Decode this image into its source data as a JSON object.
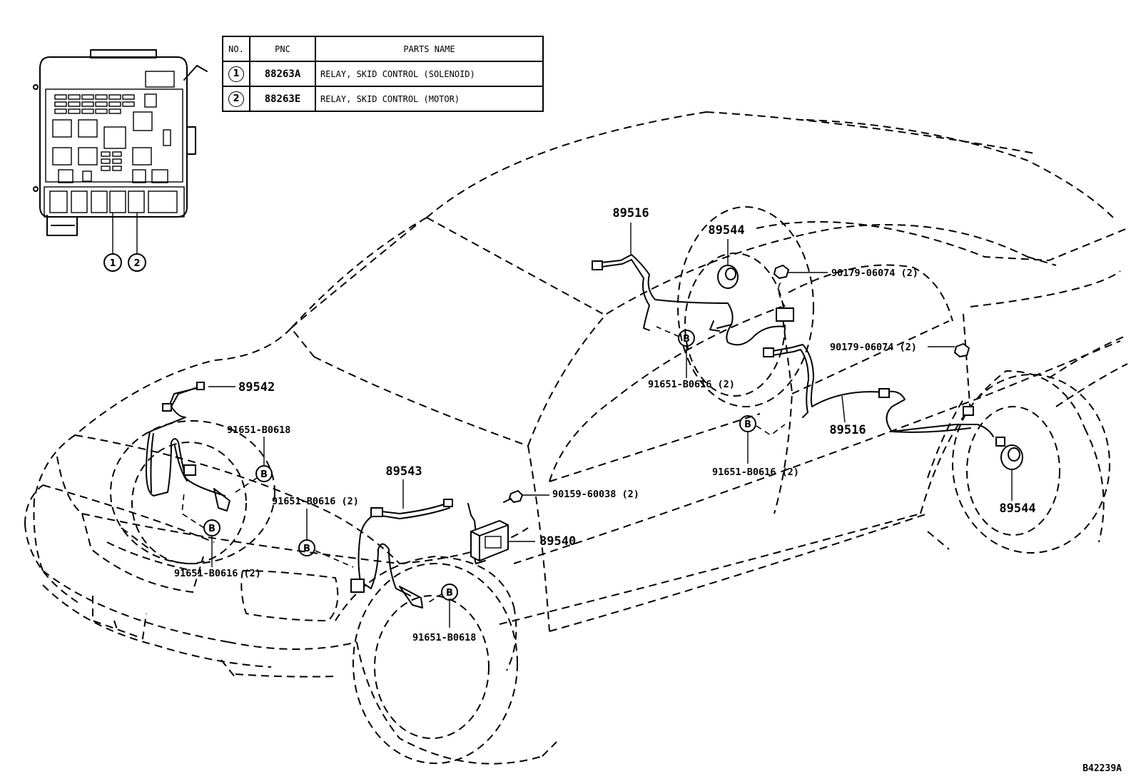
{
  "parts_table": {
    "headers": [
      "NO.",
      "PNC",
      "PARTS NAME"
    ],
    "rows": [
      {
        "no": "1",
        "pnc": "88263A",
        "name": "RELAY, SKID CONTROL (SOLENOID)"
      },
      {
        "no": "2",
        "pnc": "88263E",
        "name": "RELAY, SKID CONTROL (MOTOR)"
      }
    ]
  },
  "relay_callouts": [
    "1",
    "2"
  ],
  "clip_symbol": "B",
  "callouts": {
    "rear_harness_upper": "89516",
    "rear_sensor_left": "89544",
    "nut_upper": "90179-06074 (2)",
    "nut_right": "90179-06074 (2)",
    "clip_rear_upper": "91651-B0616 (2)",
    "rear_harness_lower": "89516",
    "clip_rear_lower": "91651-B0616 (2)",
    "rear_sensor_right": "89544",
    "front_sensor_left": "89542",
    "clip_front_upper": "91651-B0618",
    "clip_front_lower": "91651-B0616 (2)",
    "front_sensor_right": "89543",
    "clip_center": "91651-B0616 (2)",
    "bolt": "90159-60038 (2)",
    "ecu": "89540",
    "clip_front_wheel": "91651-B0618"
  },
  "drawing_code": "B42239A"
}
